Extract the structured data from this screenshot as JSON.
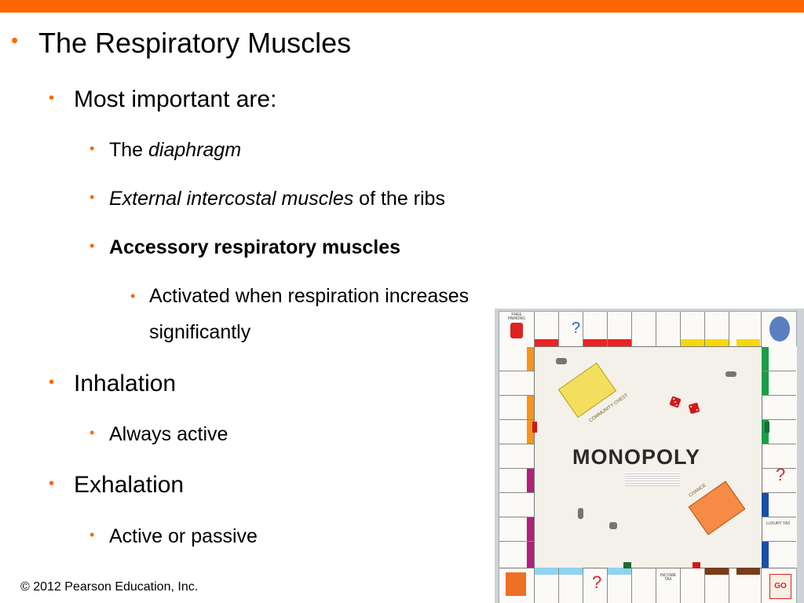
{
  "slide": {
    "title": "The Respiratory Muscles",
    "bullet_char": "•",
    "items": {
      "most_important": "Most important are:",
      "diaphragm_prefix": "The ",
      "diaphragm": "diaphragm",
      "external_intercostal": "External intercostal muscles",
      "external_intercostal_suffix": " of the ribs",
      "accessory": "Accessory respiratory muscles",
      "activated_line1": "Activated when respiration increases",
      "activated_line2": "significantly",
      "inhalation": "Inhalation",
      "always_active": "Always active",
      "exhalation": "Exhalation",
      "active_or_passive": "Active or passive"
    },
    "footer": "© 2012 Pearson Education, Inc."
  },
  "board": {
    "logo": "MONOPOLY",
    "community_chest_card": "COMMUNITY CHEST",
    "chance_card": "CHANCE",
    "income_tax": "INCOME TAX",
    "luxury_tax": "LUXURY TAX",
    "go": "GO",
    "free_parking": "FREE PARKING"
  },
  "colors": {
    "accent": "#ff6600"
  }
}
